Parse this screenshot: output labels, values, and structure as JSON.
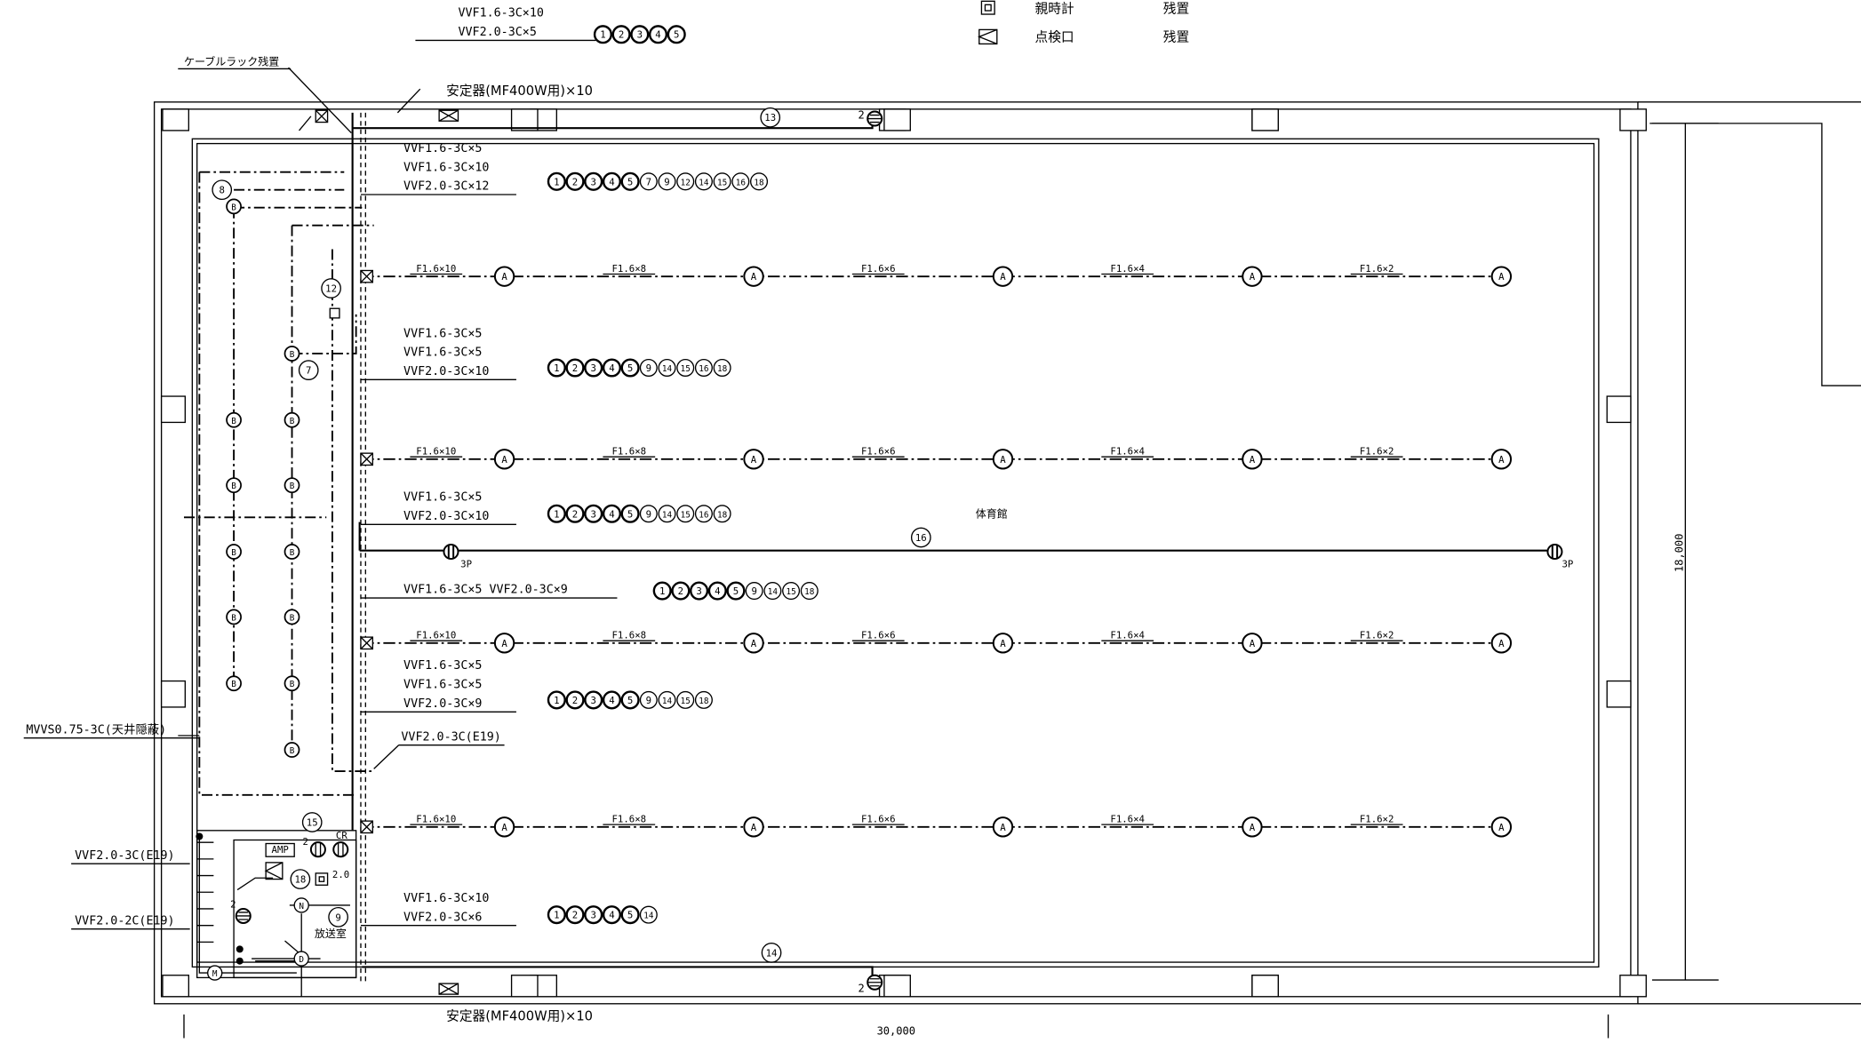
{
  "legend": [
    {
      "label": "親時計",
      "status": "残置",
      "icon": "square-icon"
    },
    {
      "label": "点検口",
      "status": "残置",
      "icon": "inspection-hatch-icon"
    }
  ],
  "labels": {
    "cable_rack": "ケーブルラック残置",
    "stabilizer_top": "安定器(MF400W用)×10",
    "stabilizer_bottom": "安定器(MF400W用)×10",
    "room_gym": "体育館",
    "room_broadcast": "放送室",
    "amp": "AMP",
    "cr": "CR",
    "dim_width": "30,000",
    "dim_height": "18,000",
    "mvvs": "MVVS0.75-3C(天井隠蔽)",
    "vvf_e19_c": "VVF2.0-3C(E19)",
    "vvf_left_3c": "VVF2.0-3C(E19)",
    "vvf_left_2c": "VVF2.0-2C(E19)",
    "outlet_3p_left": "3P",
    "outlet_3p_right": "3P",
    "count_2": "2",
    "count_20": "2.0"
  },
  "cable_groups": [
    {
      "lines": [
        "VVF1.6-3C×10",
        "VVF2.0-3C×5"
      ],
      "circuits": [
        "1",
        "2",
        "3",
        "4",
        "5"
      ]
    },
    {
      "lines": [
        "VVF1.6-3C×5",
        "VVF1.6-3C×10",
        "VVF2.0-3C×12"
      ],
      "circuits": [
        "1",
        "2",
        "3",
        "4",
        "5",
        "7",
        "9",
        "12",
        "14",
        "15",
        "16",
        "18"
      ]
    },
    {
      "lines": [
        "VVF1.6-3C×5",
        "VVF1.6-3C×5",
        "VVF2.0-3C×10"
      ],
      "circuits": [
        "1",
        "2",
        "3",
        "4",
        "5",
        "9",
        "14",
        "15",
        "16",
        "18"
      ]
    },
    {
      "lines": [
        "VVF1.6-3C×5",
        "VVF2.0-3C×10"
      ],
      "circuits": [
        "1",
        "2",
        "3",
        "4",
        "5",
        "9",
        "14",
        "15",
        "16",
        "18"
      ]
    },
    {
      "lines": [
        "VVF1.6-3C×5  VVF2.0-3C×9"
      ],
      "circuits": [
        "1",
        "2",
        "3",
        "4",
        "5",
        "9",
        "14",
        "15",
        "18"
      ]
    },
    {
      "lines": [
        "VVF1.6-3C×5",
        "VVF1.6-3C×5",
        "VVF2.0-3C×9"
      ],
      "circuits": [
        "1",
        "2",
        "3",
        "4",
        "5",
        "9",
        "14",
        "15",
        "18"
      ]
    },
    {
      "lines": [
        "VVF1.6-3C×10",
        "VVF2.0-3C×6"
      ],
      "circuits": [
        "1",
        "2",
        "3",
        "4",
        "5",
        "14"
      ]
    }
  ],
  "speaker_wires": [
    "F1.6×10",
    "F1.6×8",
    "F1.6×6",
    "F1.6×4",
    "F1.6×2"
  ],
  "speaker_symbol": "A",
  "device_symbol": "B",
  "circuit_tags": {
    "c13": "13",
    "c8": "8",
    "c12": "12",
    "c7": "7",
    "c16": "16",
    "c15": "15",
    "c18": "18",
    "c9": "9",
    "c14": "14"
  },
  "panel_symbols": {
    "n": "N",
    "d": "D",
    "m": "M"
  }
}
